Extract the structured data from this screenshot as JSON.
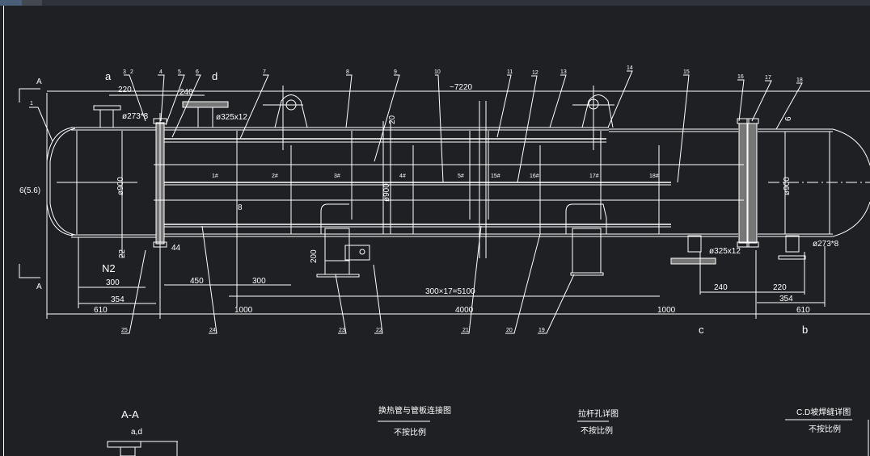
{
  "drawing": {
    "section_marks": [
      "A",
      "A"
    ],
    "view_letters": {
      "a": "a",
      "d": "d",
      "c": "c",
      "b": "b"
    },
    "part_numbers_top": [
      "1",
      "3",
      "2",
      "4",
      "5",
      "6",
      "7",
      "8",
      "9",
      "10",
      "11",
      "12",
      "13",
      "14",
      "15",
      "16",
      "17",
      "18"
    ],
    "part_numbers_bottom": [
      "25",
      "24",
      "23",
      "22",
      "21",
      "20",
      "19"
    ],
    "tube_labels": [
      "1#",
      "2#",
      "3#",
      "4#",
      "5#",
      "15#",
      "16#",
      "17#",
      "18#"
    ],
    "dimensions": {
      "overall": "~7220",
      "left_220": "220",
      "left_240": "240",
      "nozzle_left": "ø273*8",
      "nozzle_top": "ø325x12",
      "head_thk": "6(5.6)",
      "dia_left": "ø900",
      "dia_mid": "ø900",
      "dia_right": "ø900",
      "thk_20": "20",
      "thk_22": "22",
      "thk_6": "6",
      "n2": "N2",
      "d44": "44",
      "d8": "8",
      "d200": "200",
      "l300": "300",
      "l354": "354",
      "l610": "610",
      "d450": "450",
      "d300b": "300",
      "pitch": "300×17=5100",
      "b1000a": "1000",
      "b4000": "4000",
      "b1000b": "1000",
      "nozzle_bottom_right": "ø325x12",
      "nozzle_right": "ø273*8",
      "r240": "240",
      "r220": "220",
      "r354": "354",
      "r610": "610"
    },
    "details": [
      {
        "title": "A-A",
        "subtitle": "a,d"
      },
      {
        "title": "换热管与管板连接图",
        "subtitle": "不按比例"
      },
      {
        "title": "拉杆孔详图",
        "subtitle": "不按比例"
      },
      {
        "title": "C.D坡焊缝详图",
        "subtitle": "不按比例"
      }
    ]
  }
}
